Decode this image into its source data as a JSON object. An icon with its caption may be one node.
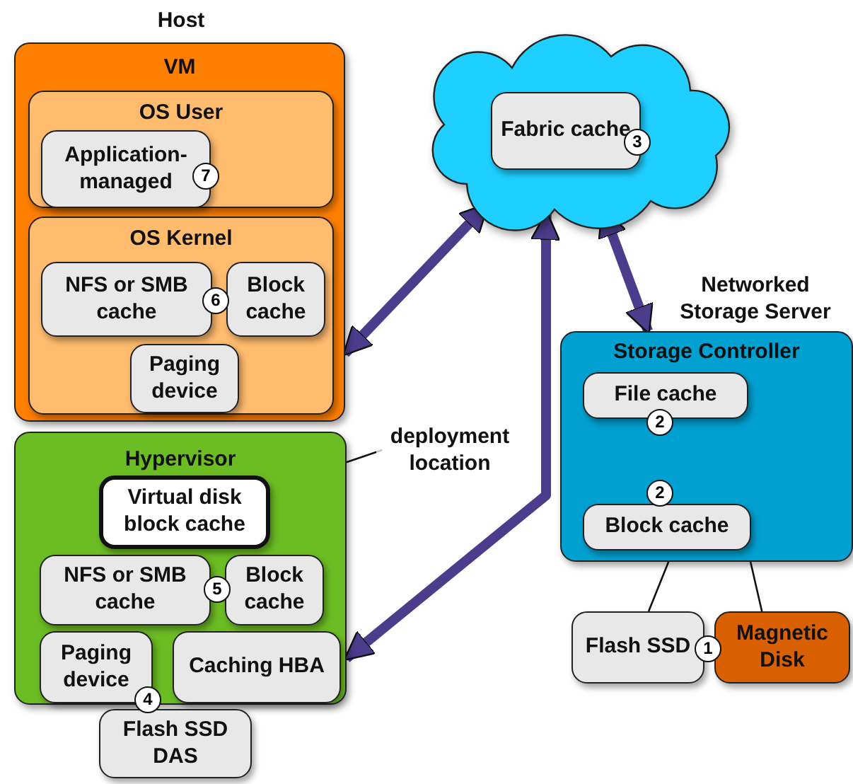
{
  "diagram": {
    "nodes": [
      {
        "text": [
          "VM"
        ]
      },
      {
        "text": [
          "OS User"
        ],
        "in": 0
      },
      {
        "text": [
          "Application-managed"
        ],
        "in": 1
      },
      {
        "text": [
          "OS Kernel"
        ],
        "in": 0
      },
      {
        "text": [
          "NFS or SMB cache"
        ],
        "in": 3
      },
      {
        "text": [
          "Block cache"
        ],
        "in": 3
      },
      {
        "text": [
          "Paging device"
        ],
        "in": 3
      },
      {
        "text": [
          "Hypervisor"
        ]
      },
      {
        "text": [
          "Virtual disk block cache"
        ],
        "in": 7
      },
      {
        "text": [
          "NFS or SMB cache"
        ],
        "in": 7
      },
      {
        "text": [
          "Block cache"
        ],
        "in": 7
      },
      {
        "text": [
          "Paging device"
        ],
        "in": 7
      },
      {
        "text": [
          "Caching HBA"
        ],
        "in": 7
      },
      {
        "text": [
          "Flash SSD DAS"
        ]
      },
      {
        "text": [],
        "shape": "cloud"
      },
      {
        "text": [
          "Fabric cache"
        ],
        "in": 14
      },
      {
        "text": [
          "Storage Controller"
        ],
        "beside": [
          "Networked Storage Server"
        ]
      },
      {
        "text": [
          "File cache"
        ],
        "in": 16
      },
      {
        "text": [
          "Block cache"
        ],
        "in": 16
      },
      {
        "text": [
          "Flash SSD"
        ]
      },
      {
        "text": [
          "Magnetic Disk"
        ]
      },
      {
        "text": [
          "deployment location"
        ]
      }
    ],
    "edges": [
      {
        "from": 14,
        "to": 0,
        "arrow": "both",
        "style": "thick"
      },
      {
        "from": 14,
        "to": 7,
        "arrow": "both",
        "style": "thick"
      },
      {
        "from": 14,
        "to": 16,
        "arrow": "both",
        "style": "thick"
      },
      {
        "from": 21,
        "to": 8,
        "arrow": "to",
        "color": "#111111"
      },
      {
        "from": 16,
        "to": 19,
        "arrow": "none",
        "color": "#111111"
      },
      {
        "from": 16,
        "to": 20,
        "arrow": "none",
        "color": "#111111"
      }
    ],
    "labels": [
      "Host",
      "3",
      "7",
      "6",
      "2",
      "2",
      "5",
      "1",
      "4"
    ]
  }
}
